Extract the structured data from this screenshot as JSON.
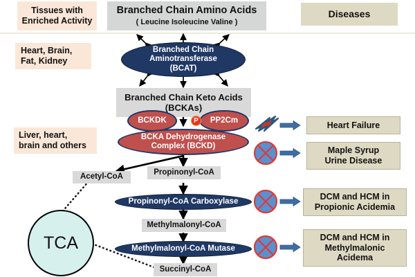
{
  "figure": {
    "type": "pathway-diagram",
    "title": "Branched Chain Amino Acid catabolism pathway and associated diseases"
  },
  "headers": {
    "tissues": "Tissues with\nEnriched Activity",
    "tissues_line1": "Tissues with",
    "tissues_line2": "Enriched Activity",
    "bcaa_title": "Branched Chain Amino Acids",
    "bcaa_subtitle": "( Leucine    Isoleucine    Valine )",
    "diseases": "Diseases"
  },
  "tissues": [
    {
      "id": "tissue-upper",
      "line1": "Heart, Brain,",
      "line2": "Fat, Kidney"
    },
    {
      "id": "tissue-lower",
      "line1": "Liver, heart,",
      "line2": "brain and others"
    }
  ],
  "enzymes": [
    {
      "id": "bcat",
      "line1": "Branched Chain",
      "line2": "Aminotransferase",
      "line3": "(BCAT)"
    },
    {
      "id": "bckdk",
      "label": "BCKDK"
    },
    {
      "id": "pp2cm",
      "label": "PP2Cm"
    },
    {
      "id": "bckd",
      "line1": "BCKA Dehydrogenase",
      "line2": "Complex (BCKD)"
    },
    {
      "id": "pcc",
      "label": "Propinonyl-CoA  Carboxylase"
    },
    {
      "id": "mcm",
      "label": "Methylmalonyl-CoA  Mutase"
    }
  ],
  "metabolites": [
    {
      "id": "bckas",
      "line1": "Branched Chain Keto Acids",
      "line2": "(BCKAs)"
    },
    {
      "id": "acetyl-coa",
      "label": "Acetyl-CoA"
    },
    {
      "id": "propinonyl-coa",
      "label": "Propinonyl-CoA"
    },
    {
      "id": "methylmalonyl-coa",
      "label": "Methylmalonyl-CoA"
    },
    {
      "id": "succinyl-coa",
      "label": "Succinyl-CoA"
    }
  ],
  "tca": {
    "label": "TCA"
  },
  "phosphate": {
    "label": "P"
  },
  "diseases": [
    {
      "id": "heart-failure",
      "icon": "lightning-bolt-icon",
      "line1": "Heart Failure",
      "line2": "",
      "line3": ""
    },
    {
      "id": "msud",
      "icon": "prohibition-icon",
      "line1": "Maple Syrup",
      "line2": "Urine Disease",
      "line3": ""
    },
    {
      "id": "propionic",
      "icon": "prohibition-icon",
      "line1": "DCM and HCM in",
      "line2": "Propionic Acidemia",
      "line3": ""
    },
    {
      "id": "methylmalonic",
      "icon": "prohibition-icon",
      "line1": "DCM and HCM in",
      "line2": "Methylmalonic",
      "line3": "Acidema"
    }
  ],
  "colors": {
    "navy": "#1f3864",
    "red": "#c0504d",
    "tissue_bg": "#fbe7d8",
    "disease_bg": "#ded9c3",
    "metabolite_bg": "#d9d9d9",
    "bcaa_header_bg": "#d5d6d6",
    "tca_bg": "#d6f0ee",
    "arrow_blue": "#3d6fa5",
    "prohibition_red": "#e03a2f",
    "prohibition_blue": "#5b8fd0"
  }
}
